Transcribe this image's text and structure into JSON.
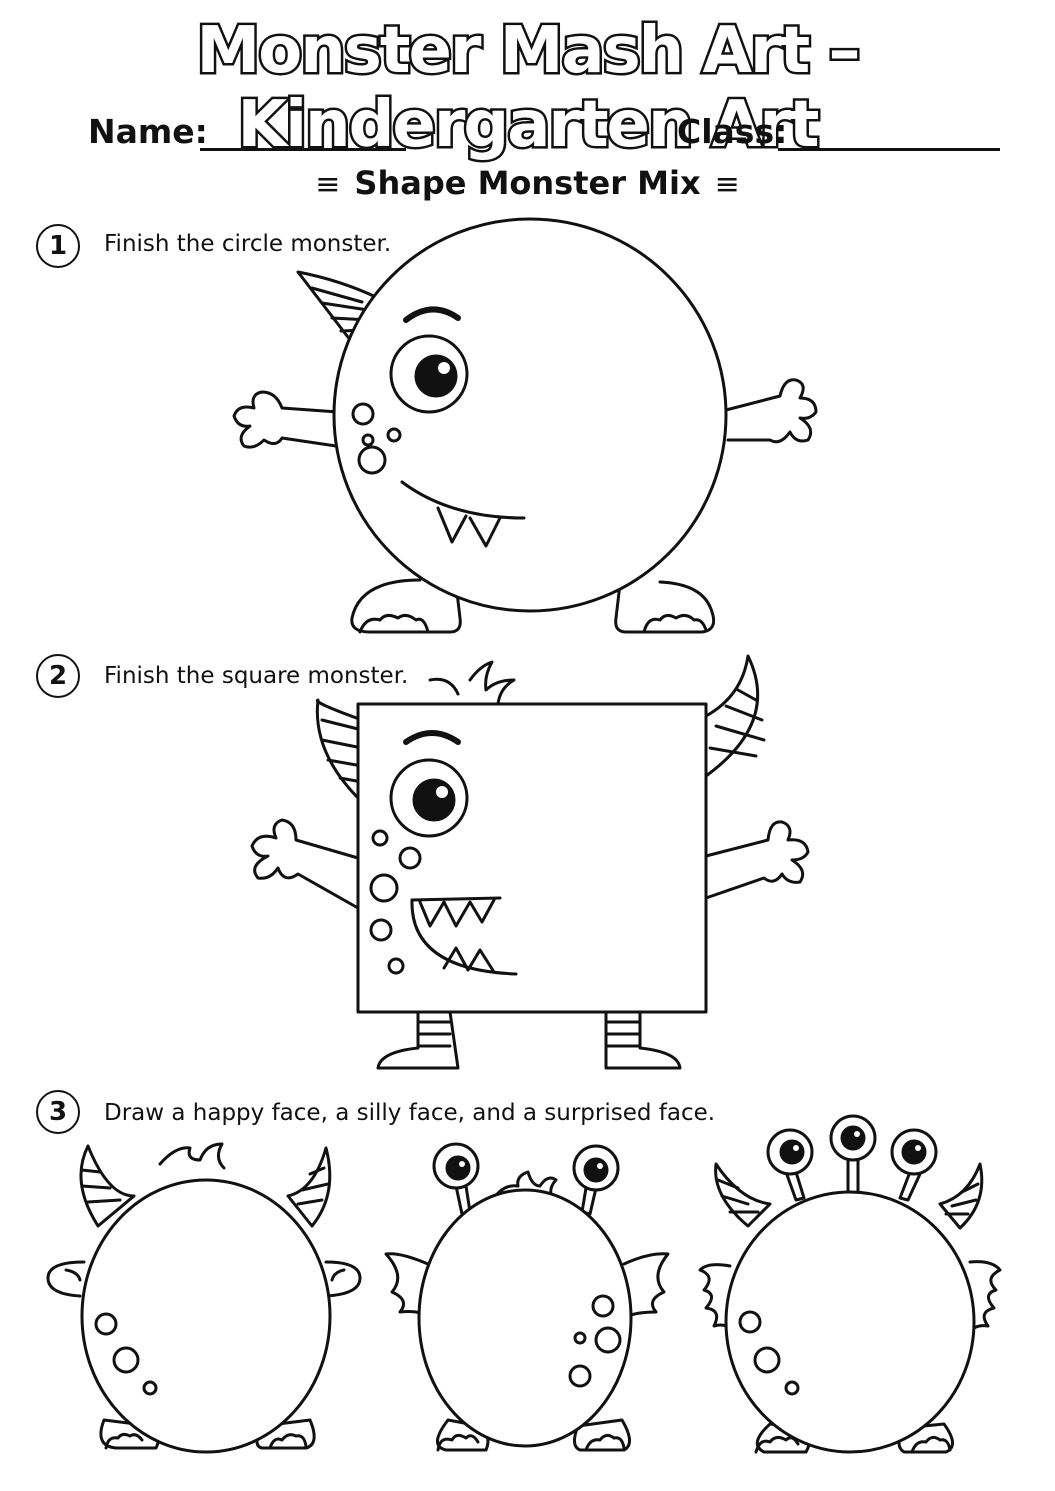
{
  "header": {
    "title": "Monster Mash Art – Kindergarten Art",
    "name_label": "Name:",
    "class_label": "Class:"
  },
  "section": {
    "title": "Shape Monster Mix",
    "deco_left": "⩵",
    "deco_right": "⩵"
  },
  "steps": [
    {
      "number": "1",
      "text": "Finish the circle monster."
    },
    {
      "number": "2",
      "text": "Finish the square monster."
    },
    {
      "number": "3",
      "text": "Draw a happy face, a silly face, and a surprised face."
    }
  ],
  "colors": {
    "ink": "#111111",
    "paper": "#ffffff"
  }
}
